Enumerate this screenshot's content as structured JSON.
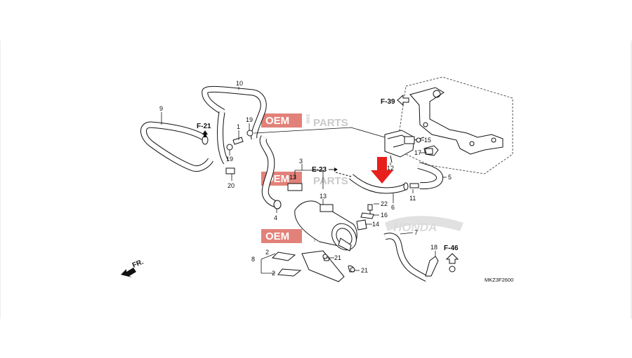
{
  "diagram": {
    "diagram_code": "MKZ3F2600",
    "front_label": "FR.",
    "references": {
      "f39": "F-39",
      "f21": "F-21",
      "e23": "E-23",
      "f46": "F-46"
    },
    "callouts": {
      "c1": "1",
      "c2a": "2",
      "c2b": "2",
      "c3": "3",
      "c4": "4",
      "c5": "5",
      "c6": "6",
      "c7": "7",
      "c8": "8",
      "c9": "9",
      "c10": "10",
      "c11": "11",
      "c12": "12",
      "c13a": "13",
      "c13b": "13",
      "c14": "14",
      "c15": "15",
      "c16": "16",
      "c17": "17",
      "c18": "18",
      "c19a": "19",
      "c19b": "19",
      "c20": "20",
      "c21a": "21",
      "c21b": "21",
      "c22": "22"
    },
    "watermark": {
      "oem": "OEM",
      "parts": "PARTS",
      "bike": "BIKE",
      "brand": "HONDA"
    },
    "highlight_color": "#e8201d",
    "line_color": "#111111"
  }
}
